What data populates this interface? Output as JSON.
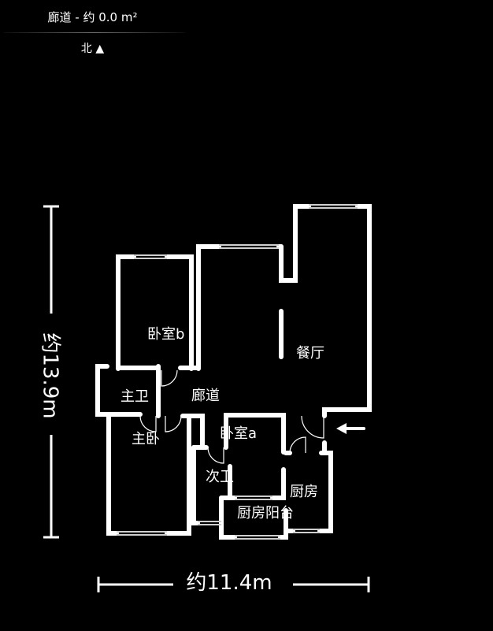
{
  "header": {
    "title": "廊道 - 约 0.0 m²",
    "north_label": "北 ▲"
  },
  "rooms": {
    "bedroom_b": "卧室b",
    "dining": "餐厅",
    "master_bath": "主卫",
    "corridor": "廊道",
    "master_bedroom": "主卧",
    "bedroom_a": "卧室a",
    "second_bath": "次卫",
    "kitchen": "厨房",
    "kitchen_balcony": "厨房阳台"
  },
  "dimensions": {
    "height": "约13.9m",
    "width": "约11.4m"
  },
  "colors": {
    "background": "#000000",
    "wall": "#ffffff",
    "window": "#cfcfcf"
  }
}
